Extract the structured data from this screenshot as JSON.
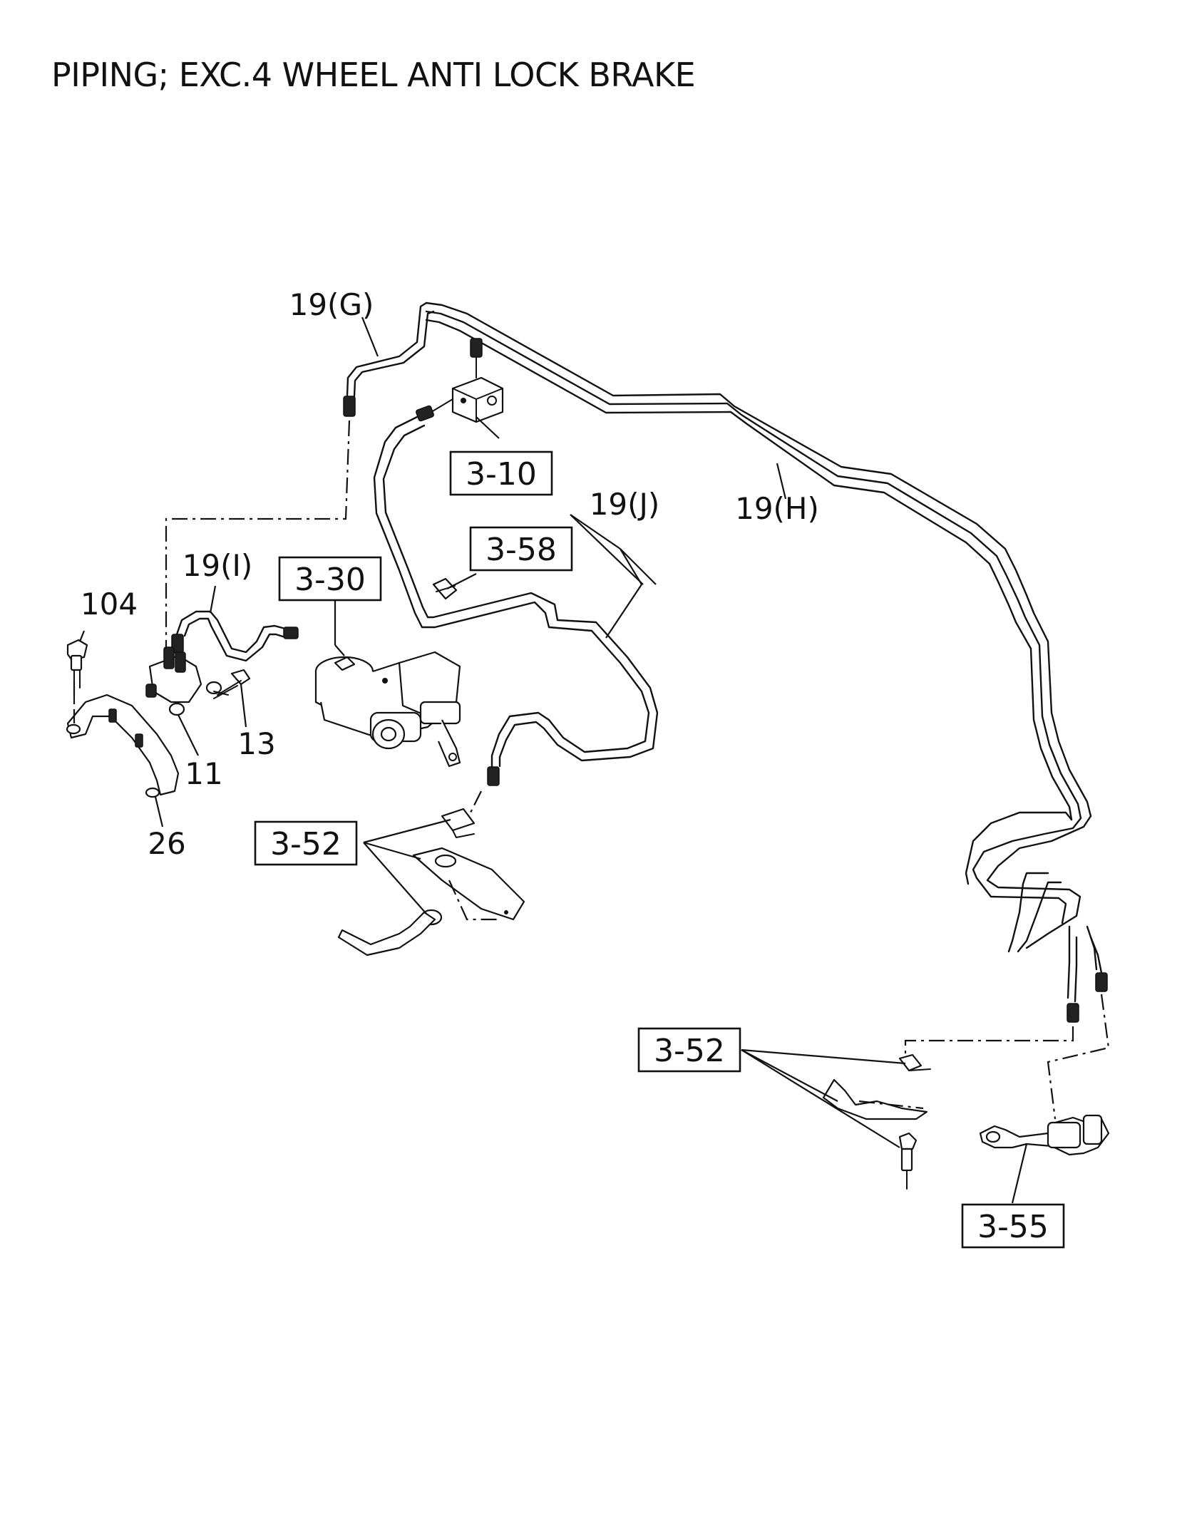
{
  "title": "PIPING; EXC.4 WHEEL ANTI LOCK BRAKE",
  "labels": {
    "pipe_g": "19(G)",
    "pipe_h": "19(H)",
    "pipe_i": "19(I)",
    "pipe_j": "19(J)",
    "bolt_104": "104",
    "bolt_13": "13",
    "part_11": "11",
    "bracket_26": "26"
  },
  "callouts": {
    "ref_3_10": "3-10",
    "ref_3_58": "3-58",
    "ref_3_30": "3-30",
    "ref_3_52_left": "3-52",
    "ref_3_52_right": "3-52",
    "ref_3_55": "3-55"
  }
}
